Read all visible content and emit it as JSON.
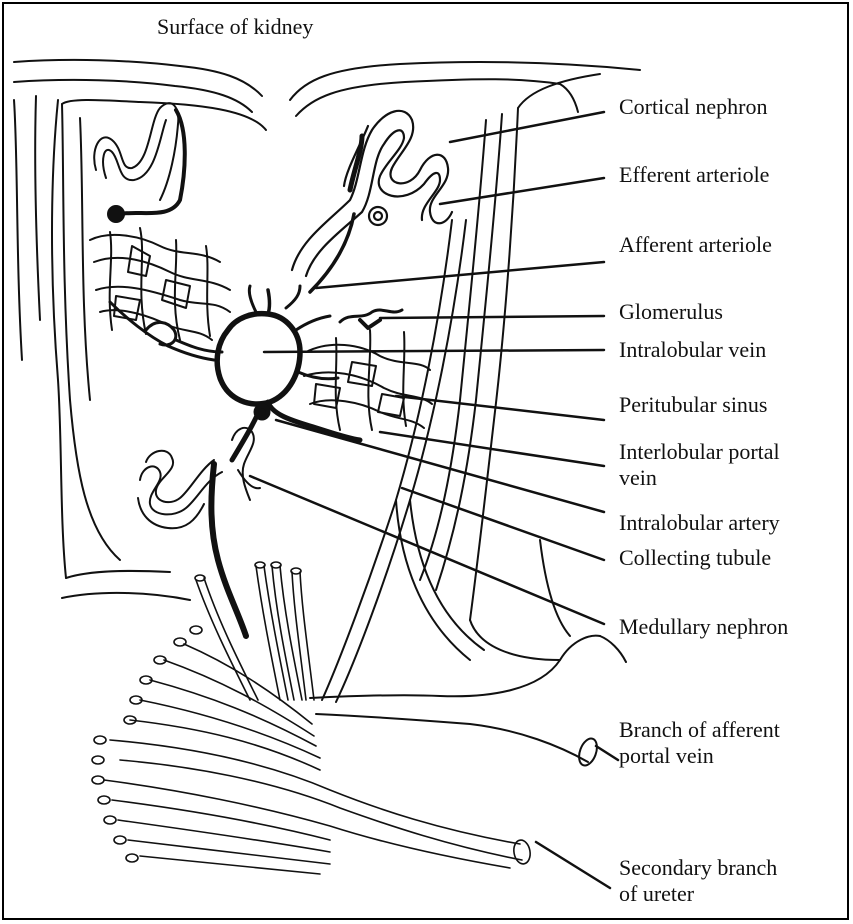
{
  "diagram": {
    "title": "Surface of kidney",
    "labels": [
      {
        "id": "cortical-nephron",
        "lines": [
          "Cortical nephron"
        ]
      },
      {
        "id": "efferent-arteriole",
        "lines": [
          "Efferent arteriole"
        ]
      },
      {
        "id": "afferent-arteriole",
        "lines": [
          "Afferent arteriole"
        ]
      },
      {
        "id": "glomerulus",
        "lines": [
          "Glomerulus"
        ]
      },
      {
        "id": "intralobular-vein",
        "lines": [
          "Intralobular vein"
        ]
      },
      {
        "id": "peritubular-sinus",
        "lines": [
          "Peritubular sinus"
        ]
      },
      {
        "id": "interlobular-portal-vein",
        "lines": [
          "Interlobular portal",
          "vein"
        ]
      },
      {
        "id": "intralobular-artery",
        "lines": [
          "Intralobular artery"
        ]
      },
      {
        "id": "collecting-tubule",
        "lines": [
          "Collecting tubule"
        ]
      },
      {
        "id": "medullary-nephron",
        "lines": [
          "Medullary nephron"
        ]
      },
      {
        "id": "branch-afferent-portal-vein",
        "lines": [
          "Branch of afferent",
          "portal vein"
        ]
      },
      {
        "id": "secondary-branch-ureter",
        "lines": [
          "Secondary branch",
          "of ureter"
        ]
      }
    ]
  }
}
